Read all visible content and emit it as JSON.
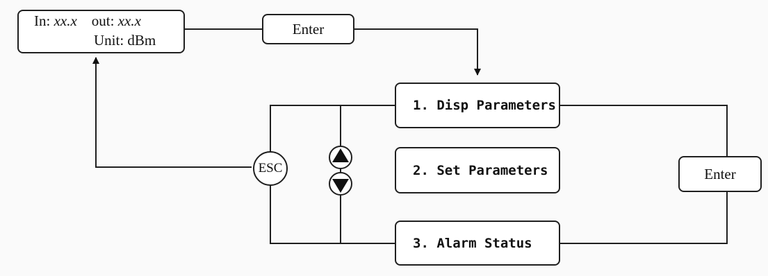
{
  "display": {
    "in_label": "In:",
    "in_value": "xx.x",
    "out_label": "out:",
    "out_value": "xx.x",
    "unit_label": "Unit: dBm"
  },
  "enter_top_label": "Enter",
  "enter_right_label": "Enter",
  "esc_label": "ESC",
  "menu": {
    "items": [
      "1. Disp Parameters",
      "2. Set Parameters",
      "3. Alarm Status"
    ]
  }
}
